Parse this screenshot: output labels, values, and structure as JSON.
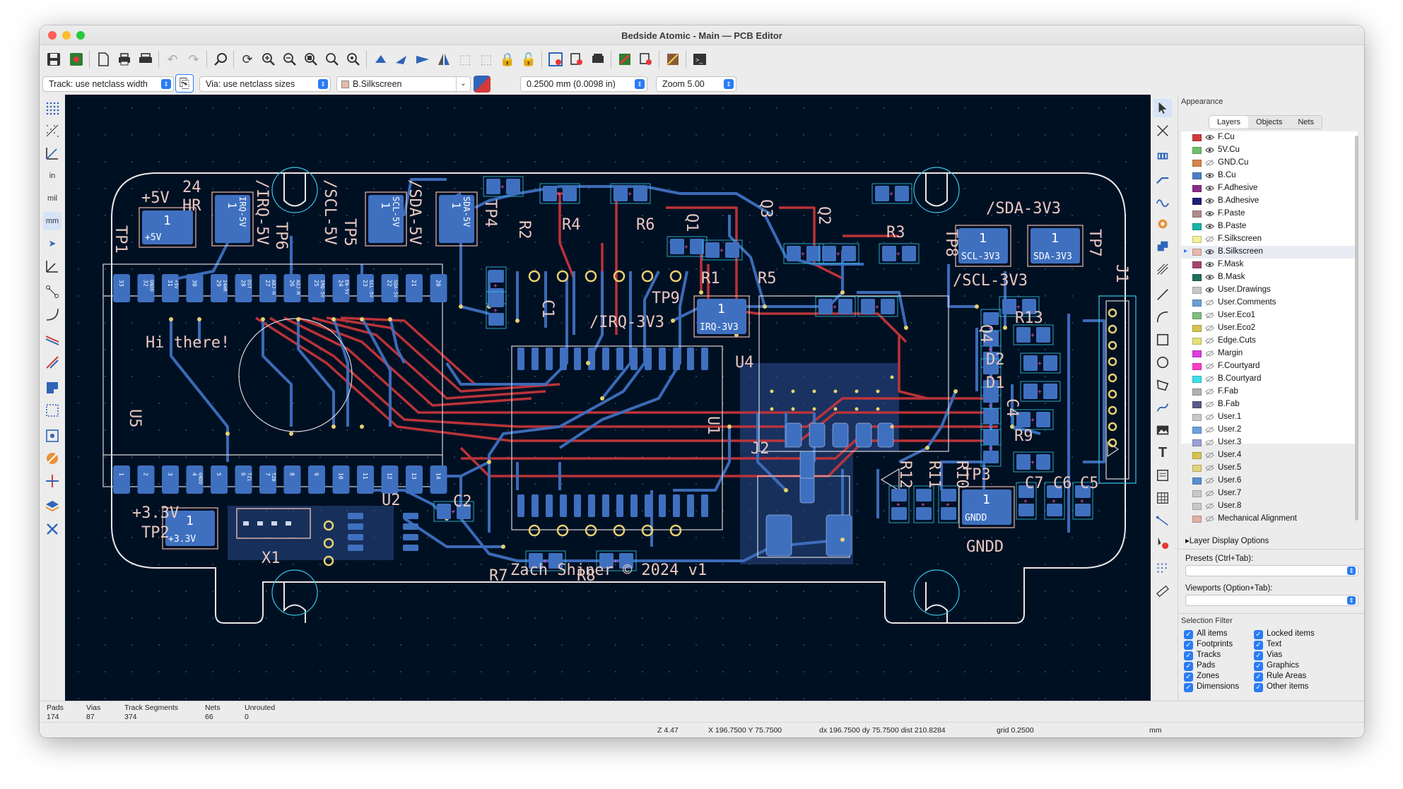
{
  "window": {
    "title": "Bedside Atomic - Main — PCB Editor"
  },
  "toolbar2": {
    "track": "Track: use netclass width",
    "via": "Via: use netclass sizes",
    "layer": "B.Silkscreen",
    "grid": "0.2500 mm (0.0098 in)",
    "zoom": "Zoom 5.00"
  },
  "left_toolbar": {
    "units_in": "in",
    "units_mil": "mil",
    "units_mm": "mm"
  },
  "board": {
    "silk_top_labels": [
      "+5V",
      "24",
      "HR",
      "/IRQ-5V",
      "TP6",
      "/SCL-5V",
      "TP5",
      "/SDA-5V",
      "TP4",
      "R2",
      "R4",
      "R6",
      "Q1",
      "Q3",
      "Q2",
      "R3",
      "/SDA-3V3",
      "TP8",
      "TP7",
      "J1",
      "TP1",
      "C1",
      "TP9",
      "/IRQ-3V3",
      "R1",
      "R5",
      "/SCL-3V3",
      "Q4",
      "R13",
      "D2",
      "D1",
      "C4",
      "R9",
      "U4",
      "U5",
      "J2",
      "U1",
      "R12",
      "R11",
      "R10",
      "TP3",
      "C7",
      "C6",
      "C5",
      "+3.3V",
      "TP2",
      "U2",
      "C2",
      "X1",
      "R7",
      "R8",
      "GNDD"
    ],
    "greeting": "Hi there!",
    "credit": "Zach Shiner © 2024 v1",
    "test_points": [
      {
        "num": "1",
        "net": "+5V"
      },
      {
        "num": "1",
        "net": "IRQ-5V"
      },
      {
        "num": "1",
        "net": "SCL-5V"
      },
      {
        "num": "1",
        "net": "SDA-5V"
      },
      {
        "num": "1",
        "net": "SCL-3V3"
      },
      {
        "num": "1",
        "net": "SDA-3V3"
      },
      {
        "num": "1",
        "net": "IRQ-3V3"
      },
      {
        "num": "1",
        "net": "GNDD"
      },
      {
        "num": "1",
        "net": "+3.3V"
      }
    ],
    "header_top_pins": [
      "33",
      "32",
      "31",
      "30",
      "29",
      "28",
      "27",
      "26",
      "25",
      "24",
      "23",
      "22",
      "21",
      "20"
    ],
    "header_top_nets": [
      "",
      "GNDD",
      "+5V",
      "",
      "24HR",
      "DST",
      "ADJ-H",
      "ADJ-M",
      "IRQ-5V",
      "EN-5V",
      "SCL-5V",
      "SDA-5V",
      "",
      ""
    ],
    "header_bottom_pins": [
      "1",
      "2",
      "3",
      "4",
      "5",
      "6",
      "7",
      "8",
      "9",
      "10",
      "11",
      "12",
      "13",
      "14"
    ],
    "header_bottom_nets": [
      "",
      "",
      "",
      "GNDD",
      "",
      "TZ1",
      "TZ0",
      "",
      "",
      "",
      "",
      "",
      "",
      ""
    ]
  },
  "panel": {
    "title": "Appearance",
    "tabs": [
      "Layers",
      "Objects",
      "Nets"
    ],
    "layers": [
      {
        "name": "F.Cu",
        "color": "#d23a3a",
        "visible": true
      },
      {
        "name": "5V.Cu",
        "color": "#6fbf6a",
        "visible": true
      },
      {
        "name": "GND.Cu",
        "color": "#d6844a",
        "visible": false
      },
      {
        "name": "B.Cu",
        "color": "#4d7fc4",
        "visible": true
      },
      {
        "name": "F.Adhesive",
        "color": "#8b2a8b",
        "visible": true
      },
      {
        "name": "B.Adhesive",
        "color": "#1e1e7a",
        "visible": true
      },
      {
        "name": "F.Paste",
        "color": "#b08a8a",
        "visible": true
      },
      {
        "name": "B.Paste",
        "color": "#19b3a8",
        "visible": true
      },
      {
        "name": "F.Silkscreen",
        "color": "#f2ef96",
        "visible": false
      },
      {
        "name": "B.Silkscreen",
        "color": "#e8b9ac",
        "visible": true
      },
      {
        "name": "F.Mask",
        "color": "#a5466e",
        "visible": true
      },
      {
        "name": "B.Mask",
        "color": "#1f6d5d",
        "visible": true
      },
      {
        "name": "User.Drawings",
        "color": "#c8c8c8",
        "visible": true
      },
      {
        "name": "User.Comments",
        "color": "#6b9fd6",
        "visible": false
      },
      {
        "name": "User.Eco1",
        "color": "#7fbf7f",
        "visible": false
      },
      {
        "name": "User.Eco2",
        "color": "#d6c252",
        "visible": false
      },
      {
        "name": "Edge.Cuts",
        "color": "#e2e07a",
        "visible": false
      },
      {
        "name": "Margin",
        "color": "#e03ce0",
        "visible": false
      },
      {
        "name": "F.Courtyard",
        "color": "#ff3cc8",
        "visible": false
      },
      {
        "name": "B.Courtyard",
        "color": "#3ce0ea",
        "visible": false
      },
      {
        "name": "F.Fab",
        "color": "#b0b0b0",
        "visible": false
      },
      {
        "name": "B.Fab",
        "color": "#5a5a8a",
        "visible": false
      },
      {
        "name": "User.1",
        "color": "#c8c8c8",
        "visible": false
      },
      {
        "name": "User.2",
        "color": "#6ba0e0",
        "visible": false
      },
      {
        "name": "User.3",
        "color": "#9aa0d8",
        "visible": false
      },
      {
        "name": "User.4",
        "color": "#d6c252",
        "visible": false
      },
      {
        "name": "User.5",
        "color": "#e0d27a",
        "visible": false
      },
      {
        "name": "User.6",
        "color": "#5a8fd0",
        "visible": false
      },
      {
        "name": "User.7",
        "color": "#c8c8c8",
        "visible": false
      },
      {
        "name": "User.8",
        "color": "#c8c8c8",
        "visible": false
      },
      {
        "name": "Mechanical Alignment",
        "color": "#e0b0a0",
        "visible": false
      }
    ],
    "layer_display_options": "Layer Display Options",
    "presets_label": "Presets (Ctrl+Tab):",
    "viewports_label": "Viewports (Option+Tab):",
    "selection_filter_title": "Selection Filter",
    "filter_left": [
      "All items",
      "Footprints",
      "Tracks",
      "Pads",
      "Zones",
      "Dimensions"
    ],
    "filter_right": [
      "Locked items",
      "Text",
      "Vias",
      "Graphics",
      "Rule Areas",
      "Other items"
    ]
  },
  "status": {
    "pads_label": "Pads",
    "pads_value": "174",
    "vias_label": "Vias",
    "vias_value": "87",
    "tracks_label": "Track Segments",
    "tracks_value": "374",
    "nets_label": "Nets",
    "nets_value": "66",
    "unrouted_label": "Unrouted",
    "unrouted_value": "0",
    "z": "Z 4.47",
    "xy": "X 196.7500  Y 75.7500",
    "dxy": "dx 196.7500  dy 75.7500  dist 210.8284",
    "grid": "grid 0.2500",
    "units": "mm"
  }
}
